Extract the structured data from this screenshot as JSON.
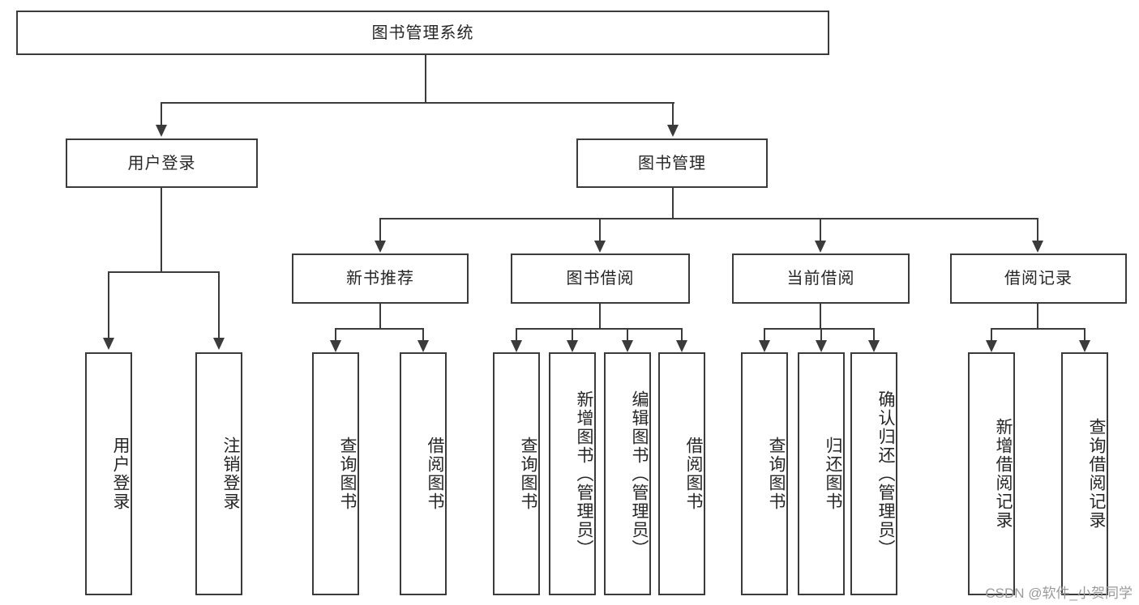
{
  "diagram": {
    "title": "图书管理系统",
    "type": "tree",
    "root": {
      "label": "图书管理系统"
    },
    "level1": [
      {
        "label": "用户登录"
      },
      {
        "label": "图书管理"
      }
    ],
    "level2": [
      {
        "label": "新书推荐"
      },
      {
        "label": "图书借阅"
      },
      {
        "label": "当前借阅"
      },
      {
        "label": "借阅记录"
      }
    ],
    "leaves": {
      "user_login": [
        {
          "label": "用户登录"
        },
        {
          "label": "注销登录"
        }
      ],
      "new_book_recommend": [
        {
          "label": "查询图书"
        },
        {
          "label": "借阅图书"
        }
      ],
      "book_borrow": [
        {
          "label": "查询图书"
        },
        {
          "label": "新增图书（管理员）"
        },
        {
          "label": "编辑图书（管理员）"
        },
        {
          "label": "借阅图书"
        }
      ],
      "current_borrow": [
        {
          "label": "查询图书"
        },
        {
          "label": "归还图书"
        },
        {
          "label": "确认归还（管理员）"
        }
      ],
      "borrow_record": [
        {
          "label": "新增借阅记录"
        },
        {
          "label": "查询借阅记录"
        }
      ]
    }
  },
  "watermark": {
    "text": "CSDN @软件_小贺同学"
  },
  "colors": {
    "stroke": "#3b3b3b",
    "text": "#262626",
    "background": "#ffffff",
    "watermark": "#9a9a9a"
  }
}
